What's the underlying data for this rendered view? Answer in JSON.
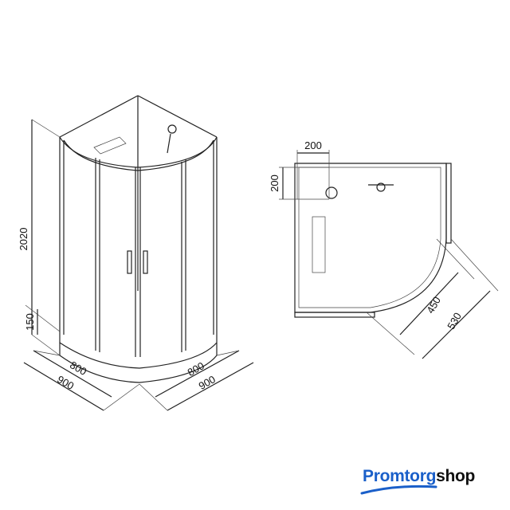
{
  "elevation_view": {
    "height_total": "2020",
    "tray_height": "150",
    "inner_width_left": "800",
    "outer_width_left": "900",
    "inner_width_right": "800",
    "outer_width_right": "900"
  },
  "plan_view": {
    "offset_top": "200",
    "offset_left": "200",
    "door_opening": "450",
    "diagonal": "530"
  },
  "logo": {
    "part1": "Promtorg",
    "part2": "shop",
    "color": "#1a5fc9"
  }
}
